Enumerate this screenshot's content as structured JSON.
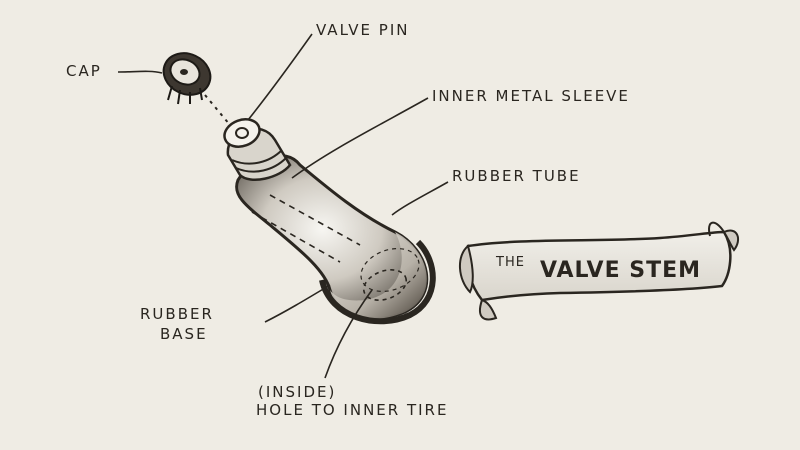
{
  "labels": {
    "cap": "CAP",
    "valve_pin": "VALVE PIN",
    "inner_metal_sleeve": "INNER METAL SLEEVE",
    "rubber_tube": "RUBBER TUBE",
    "rubber_base_line1": "RUBBER",
    "rubber_base_line2": "BASE",
    "hole_line1": "(INSIDE)",
    "hole_line2": "HOLE TO INNER TIRE"
  },
  "banner": {
    "the": "THE",
    "title": "VALVE STEM"
  },
  "colors": {
    "ink": "#2a2620",
    "paper": "#efece4",
    "rubber_dark": "#3a342c",
    "rubber_light": "#d8d4cc"
  }
}
